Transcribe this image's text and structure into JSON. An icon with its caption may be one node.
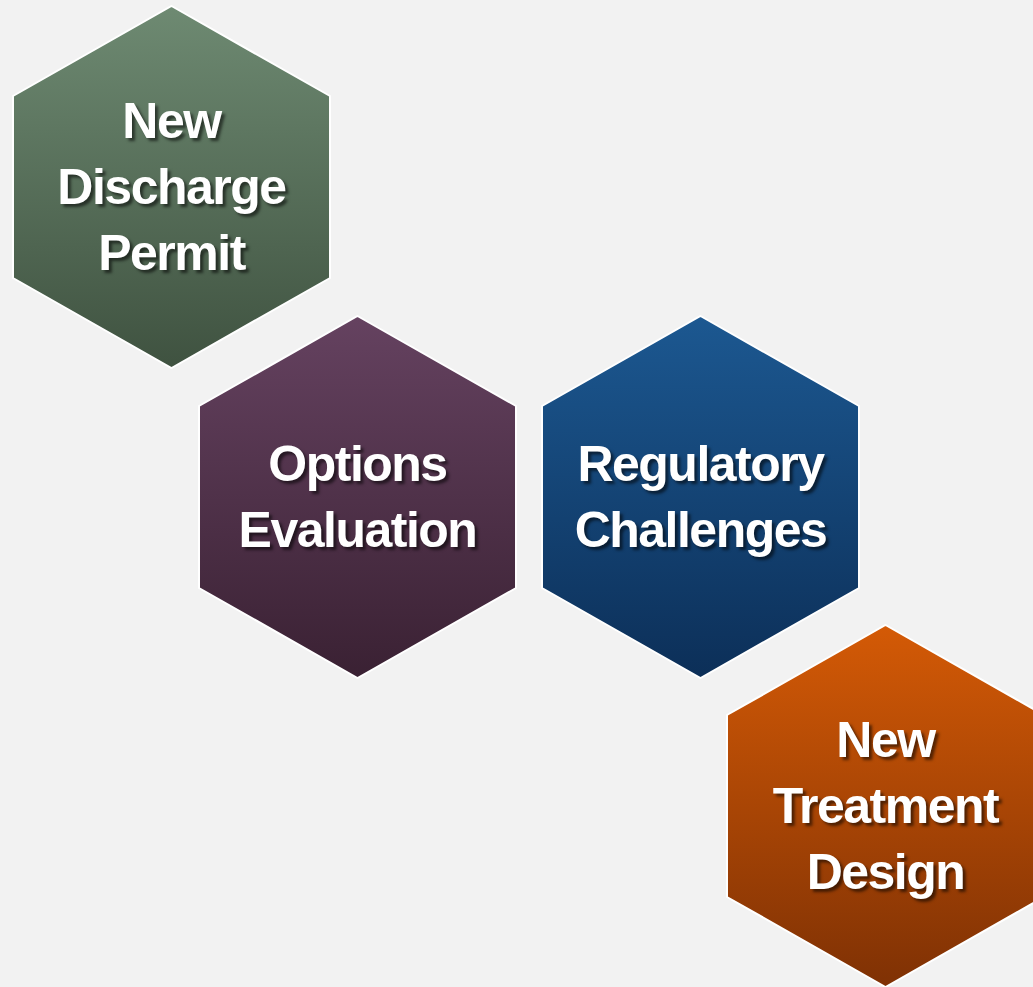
{
  "diagram": {
    "nodes": [
      {
        "text": [
          "New Discharge Permit"
        ]
      },
      {
        "text": [
          "Options Evaluation"
        ]
      },
      {
        "text": [
          "Regulatory Challenges"
        ]
      },
      {
        "text": [
          "New Treatment Design"
        ]
      }
    ]
  }
}
